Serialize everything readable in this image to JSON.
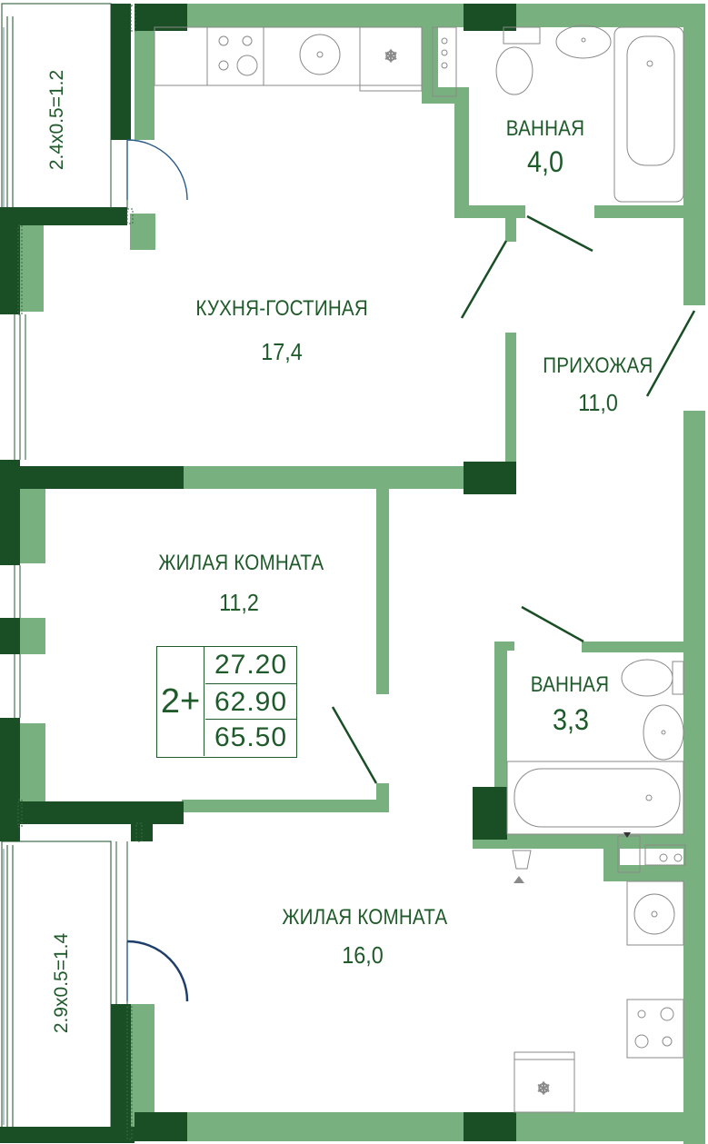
{
  "rooms": {
    "kitchen_living": {
      "name": "КУХНЯ-ГОСТИНАЯ",
      "area": "17,4"
    },
    "bath_top": {
      "name": "ВАННАЯ",
      "area": "4,0"
    },
    "hallway": {
      "name": "ПРИХОЖАЯ",
      "area": "11,0"
    },
    "living_1": {
      "name": "ЖИЛАЯ КОМНАТА",
      "area": "11,2"
    },
    "bath_bottom": {
      "name": "ВАННАЯ",
      "area": "3,3"
    },
    "living_2": {
      "name": "ЖИЛАЯ КОМНАТА",
      "area": "16,0"
    }
  },
  "balconies": {
    "top": "2.4x0.5=1.2",
    "bottom": "2.9x0.5=1.4"
  },
  "summary": {
    "rooms": "2+",
    "living_area": "27.20",
    "total_area": "62.90",
    "total_with_balconies": "65.50"
  },
  "colors": {
    "wall_dark": "#1a4f26",
    "wall_light": "#79b07f",
    "text": "#1f5a2a",
    "fixture": "#8a8a8a"
  }
}
